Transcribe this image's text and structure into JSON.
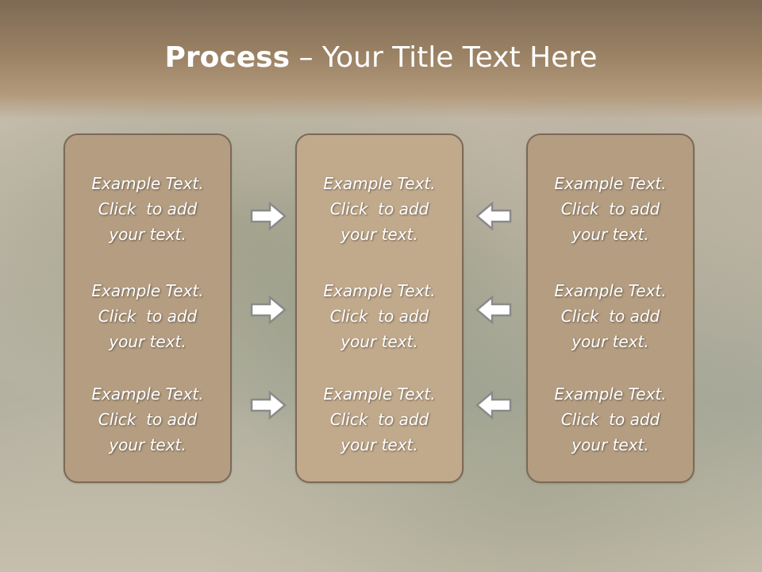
{
  "slide": {
    "title_bold": "Process",
    "title_rest": " – Your Title Text Here"
  },
  "columns": [
    {
      "items": [
        {
          "line1": "Example Text.",
          "line2": "Click  to add",
          "line3": "your text."
        },
        {
          "line1": "Example Text.",
          "line2": "Click  to add",
          "line3": "your text."
        },
        {
          "line1": "Example Text.",
          "line2": "Click  to add",
          "line3": "your text."
        }
      ]
    },
    {
      "items": [
        {
          "line1": "Example Text.",
          "line2": "Click  to add",
          "line3": "your text."
        },
        {
          "line1": "Example Text.",
          "line2": "Click  to add",
          "line3": "your text."
        },
        {
          "line1": "Example Text.",
          "line2": "Click  to add",
          "line3": "your text."
        }
      ]
    },
    {
      "items": [
        {
          "line1": "Example Text.",
          "line2": "Click  to add",
          "line3": "your text."
        },
        {
          "line1": "Example Text.",
          "line2": "Click  to add",
          "line3": "your text."
        },
        {
          "line1": "Example Text.",
          "line2": "Click  to add",
          "line3": "your text."
        }
      ]
    }
  ],
  "arrows": {
    "left_side": [
      "arrow-right-icon",
      "arrow-right-icon",
      "arrow-right-icon"
    ],
    "right_side": [
      "arrow-left-icon",
      "arrow-left-icon",
      "arrow-left-icon"
    ],
    "fill": "#ffffff",
    "stroke": "#8a8a8a"
  },
  "colors": {
    "header_top": "#7d6a55",
    "box_fill": "#b49d81",
    "box_border": "#7b6a56"
  }
}
